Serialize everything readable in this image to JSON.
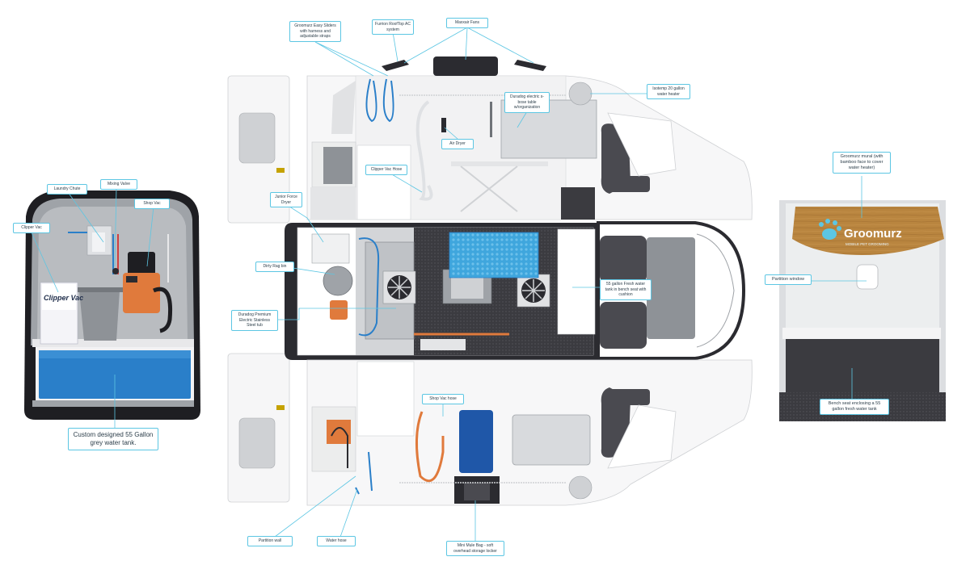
{
  "callouts": {
    "easy_sliders": "Groomurz Easy Sliders with harness and adjustable straps",
    "furrion_ac": "Furrion RoofTop AC system",
    "maxxair_fans": "Maxxair Fans",
    "isotemp": "Isotemp 20 gallon water heater",
    "duradog_table": "Duradog electric s-bose table w/organization",
    "air_dryer": "Air Dryer",
    "clipper_vac_hose": "Clipper Vac Hose",
    "junior_force_dryer": "Junior Force Dryer",
    "dirty_rag_bin": "Dirty Rag bin",
    "duradog_tub": "Duradog Premium Electric Stainless Steel tub",
    "fresh_tank": "55 gallon Fresh water tank in bench seat with cushion",
    "shop_vac_hose": "Shop Vac hose",
    "partition_wall": "Partition wall",
    "water_hose": "Water hose",
    "mini_mule": "Mini Mule Bag - soft overhead storage locker",
    "laundry_chute": "Laundry Chute",
    "mixing_valve": "Mixing Valve",
    "shop_vac": "Shop Vac",
    "clipper_vac": "Clipper Vac",
    "grey_tank": "Custom designed 55 Gallon grey water tank.",
    "mural": "Groomurz mural (with bamboo face to cover water heater)",
    "partition_window": "Partition window",
    "bench_seat": "Bench seat enclosing a 55 gallon fresh water tank"
  },
  "labels": {
    "clipper_brand": "Clipper Vac",
    "mural_brand": "Groomurz",
    "mural_tagline": "MOBILE PET GROOMING"
  },
  "colors": {
    "callout_border": "#5cc6e3",
    "leader": "#5cc6e3",
    "grey_tank": "#2a7fc9",
    "fresh_tank": "#3fa6dd",
    "orange": "#e07a3c",
    "floor": "#3b3b40",
    "wood": "#b9853f"
  },
  "icons": [
    "paw-icon",
    "fan-icon"
  ]
}
